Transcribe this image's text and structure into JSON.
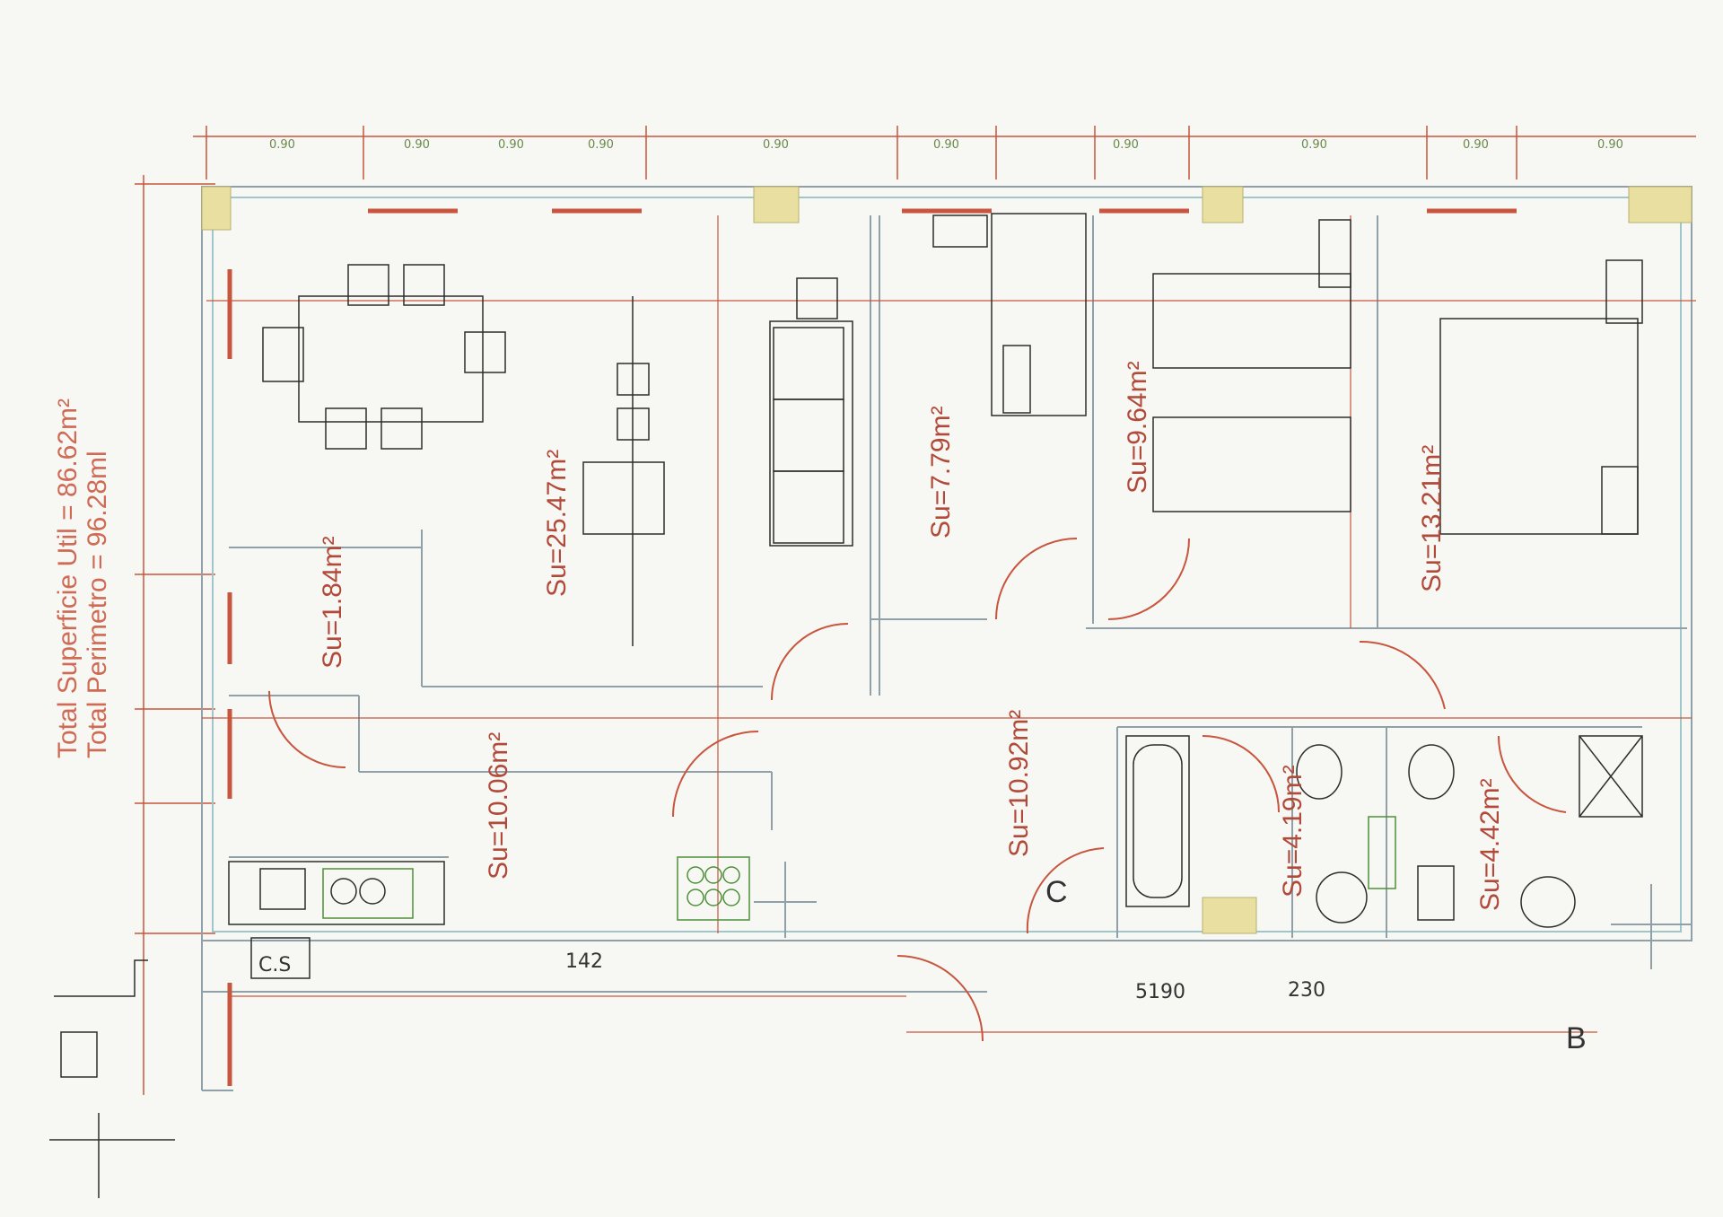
{
  "totals": {
    "area": "Total Superficie Util  =  86.62m²",
    "perimeter": "Total Perimetro  =  96.28ml"
  },
  "rooms": [
    {
      "id": "living",
      "label": "Su=25.47m²"
    },
    {
      "id": "bedroom-small",
      "label": "Su=7.79m²"
    },
    {
      "id": "bedroom-middle",
      "label": "Su=9.64m²"
    },
    {
      "id": "bedroom-large",
      "label": "Su=13.21m²"
    },
    {
      "id": "storage",
      "label": "Su=1.84m²"
    },
    {
      "id": "kitchen",
      "label": "Su=10.06m²"
    },
    {
      "id": "hall",
      "label": "Su=10.92m²"
    },
    {
      "id": "bath-1",
      "label": "Su=4.19m²"
    },
    {
      "id": "bath-2",
      "label": "Su=4.42m²"
    }
  ],
  "axes": {
    "b": "B",
    "c": "C"
  },
  "notes": {
    "bath": "5190",
    "corridor": "230",
    "kitchen": "142",
    "shaft": "C.S"
  },
  "colors": {
    "wall_red": "#c8553d",
    "line_gray": "#8fa0a8",
    "line_teal": "#9fc7c9",
    "ink": "#2d2d2d",
    "sink_green": "#4e8f3a",
    "pillar_yellow": "#e8dfa0"
  }
}
